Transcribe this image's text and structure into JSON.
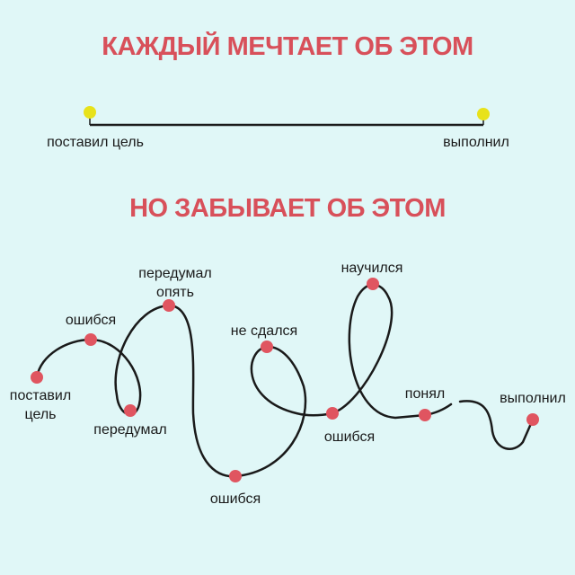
{
  "colors": {
    "background": "#e0f7f7",
    "title": "#d8505a",
    "dot": "#e05560",
    "ideal_dot": "#e8e21a",
    "line": "#1a1a1a"
  },
  "ideal": {
    "title": "КАЖДЫЙ МЕЧТАЕТ ОБ ЭТОМ",
    "start_label": "поставил цель",
    "end_label": "выполнил"
  },
  "reality": {
    "title": "НО ЗАБЫВАЕТ ОБ ЭТОМ",
    "steps": [
      {
        "label_line1": "поставил",
        "label_line2": "цель"
      },
      {
        "label_line1": "ошибся"
      },
      {
        "label_line1": "передумал"
      },
      {
        "label_line1": "передумал",
        "label_line2": "опять"
      },
      {
        "label_line1": "ошибся"
      },
      {
        "label_line1": "не сдался"
      },
      {
        "label_line1": "ошибся"
      },
      {
        "label_line1": "научился"
      },
      {
        "label_line1": "понял"
      },
      {
        "label_line1": "выполнил"
      }
    ]
  }
}
